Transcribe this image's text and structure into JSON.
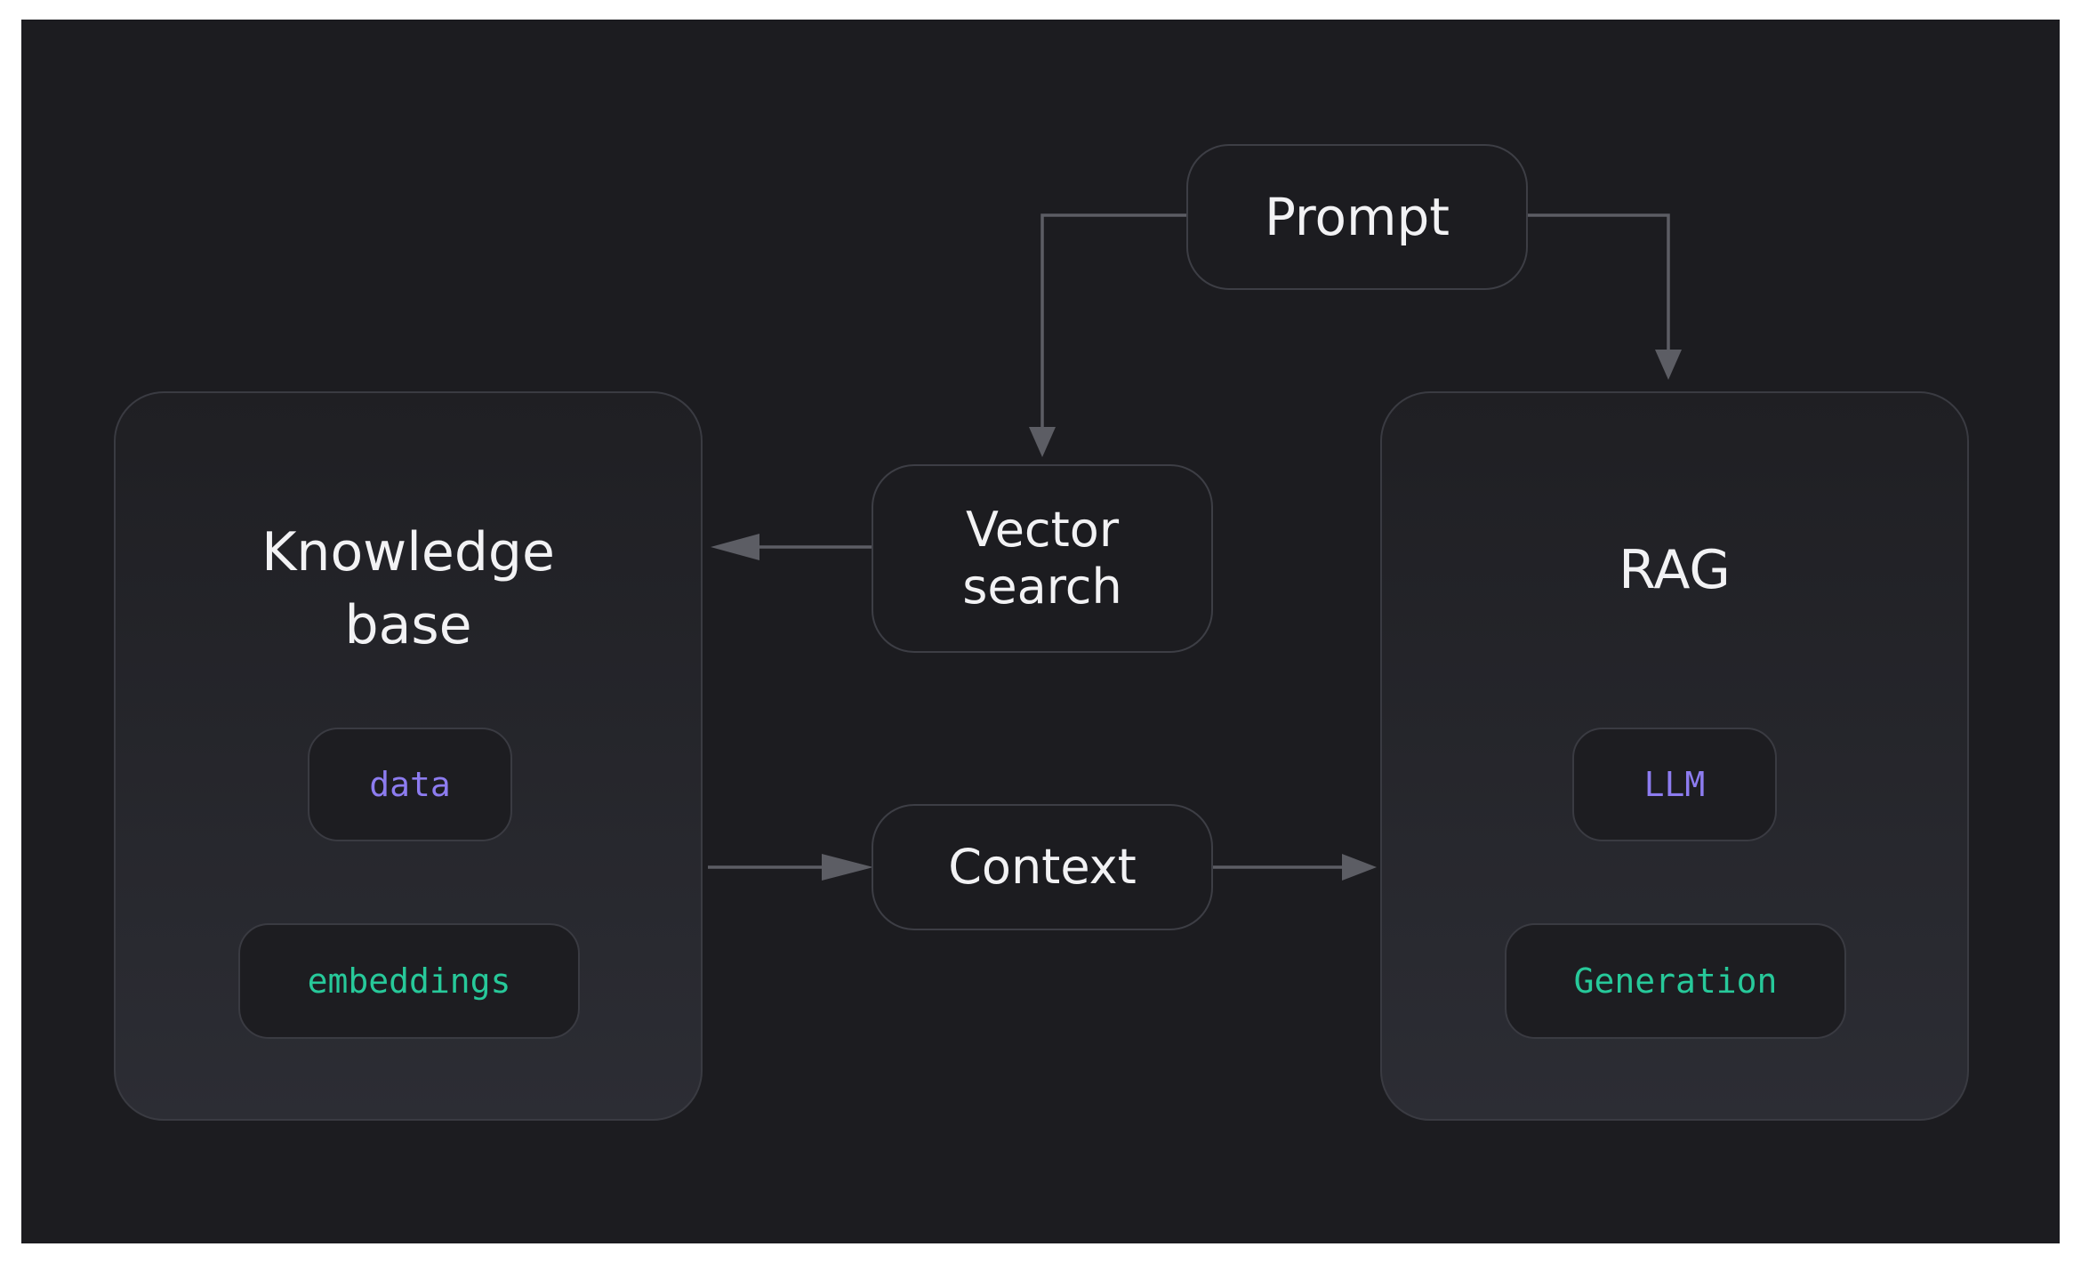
{
  "colors": {
    "background": "#1c1c20",
    "connector": "#5c5d64",
    "text": "#f2f2f4",
    "accent_purple": "#8d7cf0",
    "accent_green": "#27c99a"
  },
  "nodes": {
    "prompt": "Prompt",
    "vector_search": "Vector\nsearch",
    "context": "Context"
  },
  "knowledge_base": {
    "title": "Knowledge\nbase",
    "data_label": "data",
    "embeddings_label": "embeddings"
  },
  "rag": {
    "title": "RAG",
    "llm_label": "LLM",
    "generation_label": "Generation"
  }
}
